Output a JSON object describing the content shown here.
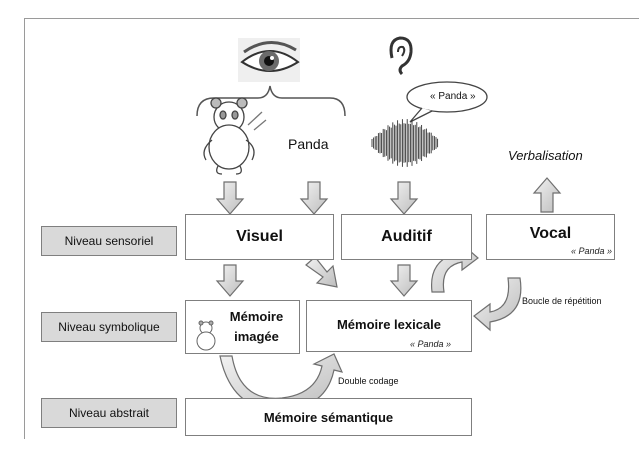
{
  "levels": {
    "sensory": "Niveau sensoriel",
    "symbolic": "Niveau symbolique",
    "abstract": "Niveau abstrait"
  },
  "boxes": {
    "visuel": "Visuel",
    "auditif": "Auditif",
    "vocal": "Vocal",
    "vocal_note": "« Panda »",
    "memoire_imagee_line1": "Mémoire",
    "memoire_imagee_line2": "imagée",
    "memoire_lexicale": "Mémoire lexicale",
    "memoire_lexicale_note": "« Panda »",
    "memoire_semantique": "Mémoire sémantique"
  },
  "labels": {
    "panda_word": "Panda",
    "speech_bubble": "« Panda »",
    "verbalisation": "Verbalisation",
    "boucle": "Boucle de répétition",
    "double_codage": "Double codage"
  },
  "colors": {
    "arrow_fill": "#d9d9d9",
    "arrow_stroke": "#6f6f6f",
    "label_fill": "#d9d9d9"
  },
  "icons": [
    "eye-icon",
    "ear-icon",
    "panda-icon",
    "soundwave-icon"
  ]
}
